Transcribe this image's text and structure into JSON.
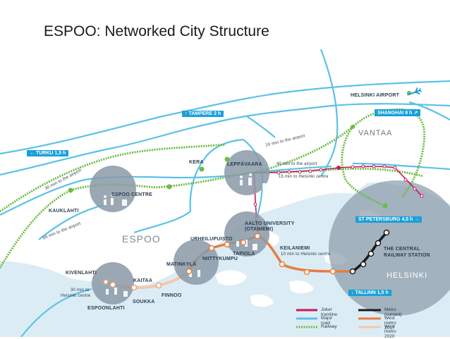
{
  "title": "ESPOO: Networked City Structure",
  "signs": {
    "tampere": "↑ TAMPERE 2 h",
    "turku": "← TURKU 1,5 h",
    "shanghai": "SHANGHAI 9 h ↗",
    "st_petersburg": "ST PETERSBURG 4,5 h →",
    "tallinn": "↓ TALLINN 1,5 h"
  },
  "places": {
    "helsinki_airport": "HELSINKI AIRPORT",
    "vantaa": "VANTAA",
    "kera": "KERA",
    "leppavaara": "LEPPÄVAARA",
    "espoo_centre": "ESPOO CENTRE",
    "kauklahti": "KAUKLAHTI",
    "espoo": "ESPOO",
    "aalto_line1": "AALTO UNIVERSITY",
    "aalto_line2": "(OTANIEMI)",
    "urheilupuisto": "URHEILUPUISTO",
    "tapiola": "TAPIOLA",
    "niittykumpu": "NIITTYKUMPU",
    "matinkyla": "MATINKYLÄ",
    "keilaniemi": "KEILANIEMI",
    "central_line1": "THE CENTRAL",
    "central_line2": "RAILWAY STATION",
    "helsinki": "HELSINKI",
    "kivenlahti": "KIVENLAHTI",
    "kaitaa": "KAITAA",
    "soukka": "SOUKKA",
    "finnoo": "FINNOO",
    "espoonlahti": "ESPOONLAHTI"
  },
  "notes": {
    "airport_20": "20 min to the airport",
    "airport_30": "30 min to the airport",
    "airport_55": "55 min to the airport",
    "airport_40": "40 min to the airport",
    "helsinki_15": "15 min to Helsinki centre",
    "keilaniemi_10": "10 min to Helsinki centre",
    "espoonlahti_30_line1": "30 min to",
    "espoonlahti_30_line2": "Helsinki centre"
  },
  "legend": {
    "joker": "Joker tramline",
    "major_road": "Major road",
    "railway": "Railway",
    "metro_current": "Metro (current)",
    "west_metro_2017": "West metro 2017",
    "west_metro_2020": "West metro 2020"
  },
  "colors": {
    "joker": "#c8195c",
    "road": "#5bc2e7",
    "railway": "#6cbd45",
    "metro_current": "#1a1a1a",
    "metro_2017": "#e67e3e",
    "metro_2020": "#f3c8aa",
    "hub": "#8a9aa8",
    "sign": "#19a0d8"
  }
}
